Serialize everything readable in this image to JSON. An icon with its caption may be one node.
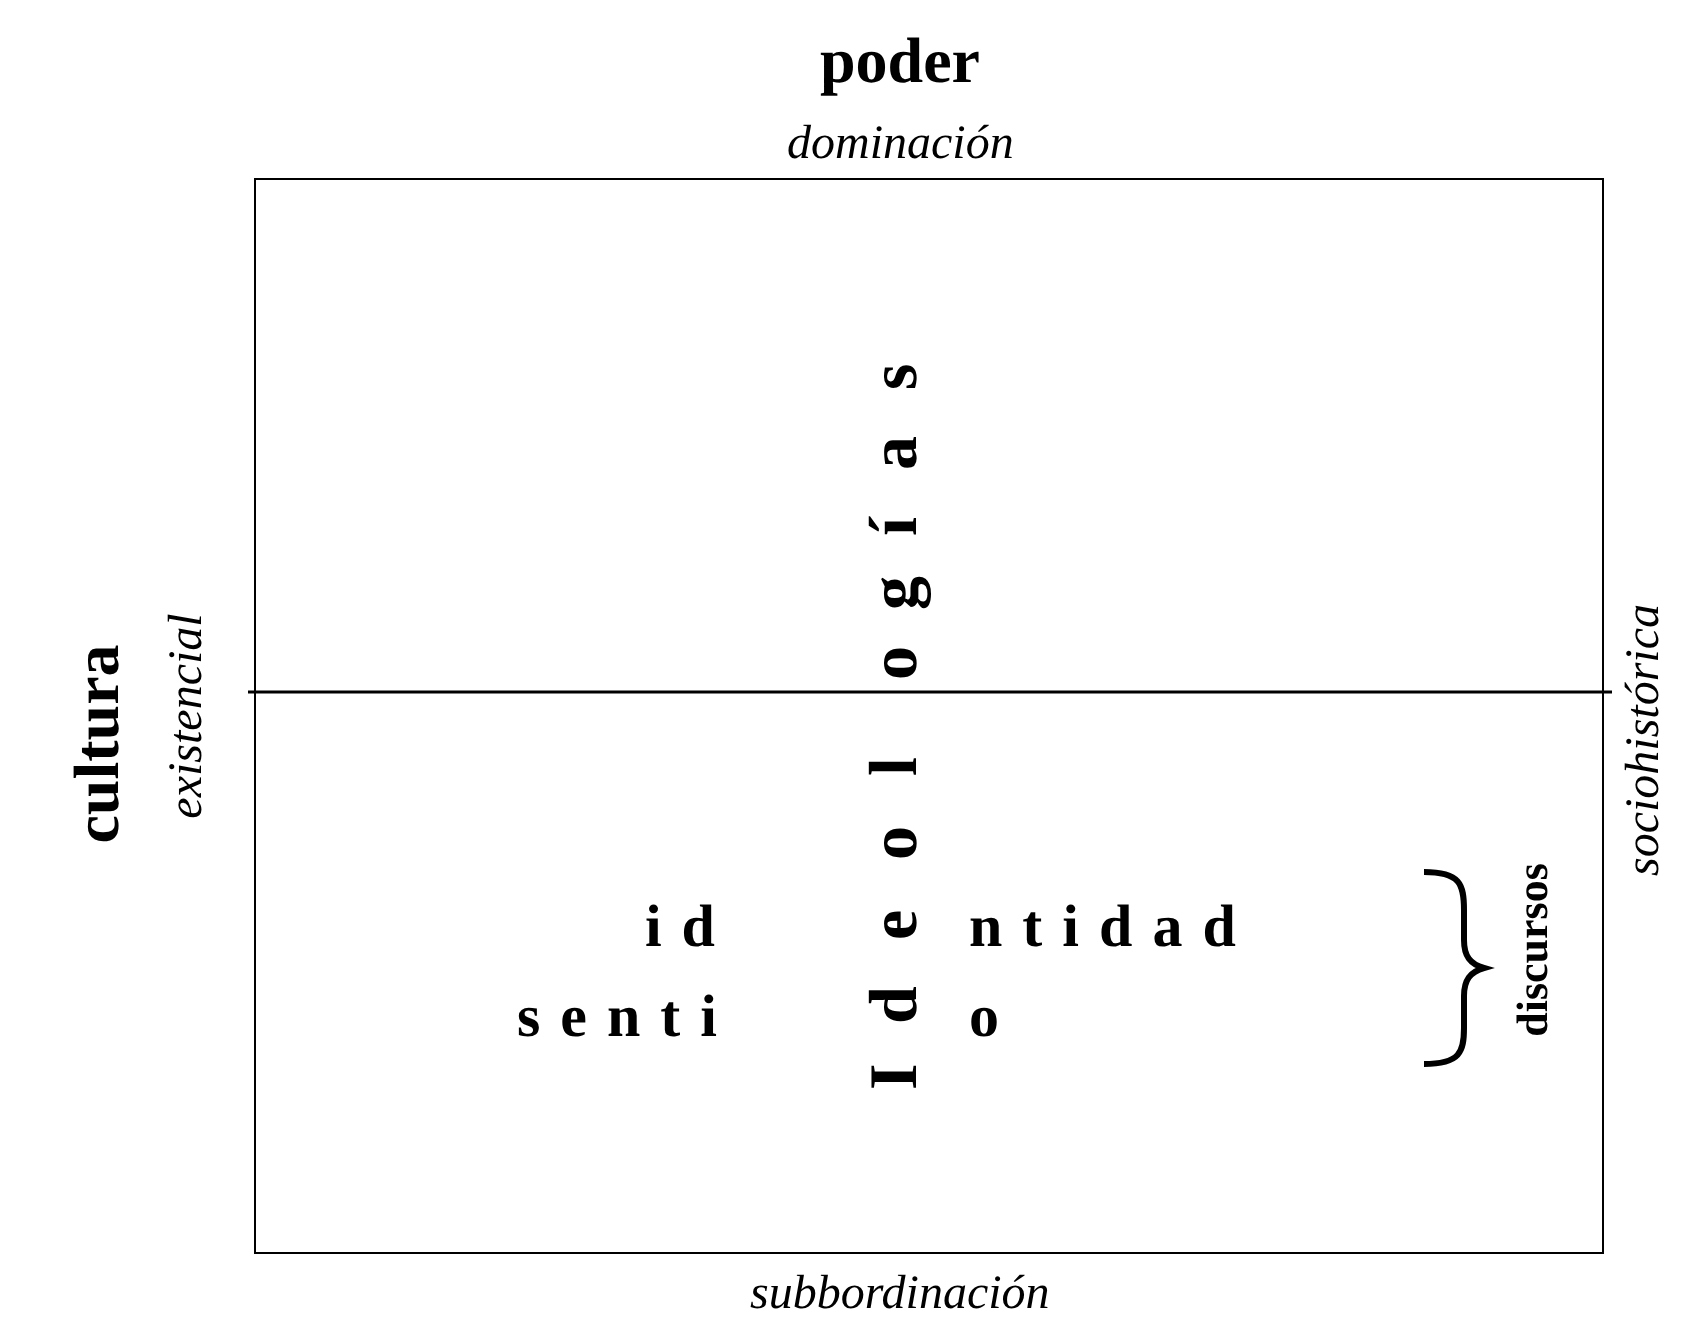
{
  "diagram": {
    "nodes": [
      {
        "text": [
          "Ideologías",
          "id",
          "ntidad",
          "senti",
          "o"
        ]
      }
    ],
    "labels": [
      "poder",
      "dominación",
      "cultura",
      "existencial",
      "sociohistórica",
      "discursos",
      "subbordinación"
    ]
  }
}
